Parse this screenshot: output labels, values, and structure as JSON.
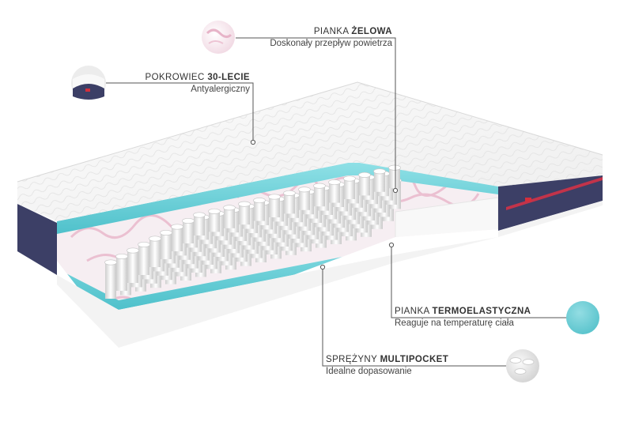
{
  "colors": {
    "accent_teal": "#6bcfd6",
    "side_band": "#3c3f66",
    "foam_white": "#f4f4f4",
    "pink_marble": "#e9b8cc",
    "leader_line": "#555555"
  },
  "annotations": {
    "gel_foam": {
      "light": "PIANKA ",
      "bold": "ŻELOWA",
      "sub": "Doskonały przepływ powietrza",
      "icon": "gel-foam-swatch-icon"
    },
    "cover": {
      "light": "POKROWIEC ",
      "bold": "30-LECIE",
      "sub": "Antyalergiczny",
      "icon": "cover-swatch-icon"
    },
    "thermo_foam": {
      "light": "PIANKA ",
      "bold": "TERMOELASTYCZNA",
      "sub": "Reaguje na temperaturę ciała",
      "icon": "thermo-foam-swatch-icon"
    },
    "springs": {
      "light": "SPRĘŻYNY ",
      "bold": "MULTIPOCKET",
      "sub": "Idealne dopasowanie",
      "icon": "springs-swatch-icon"
    }
  }
}
